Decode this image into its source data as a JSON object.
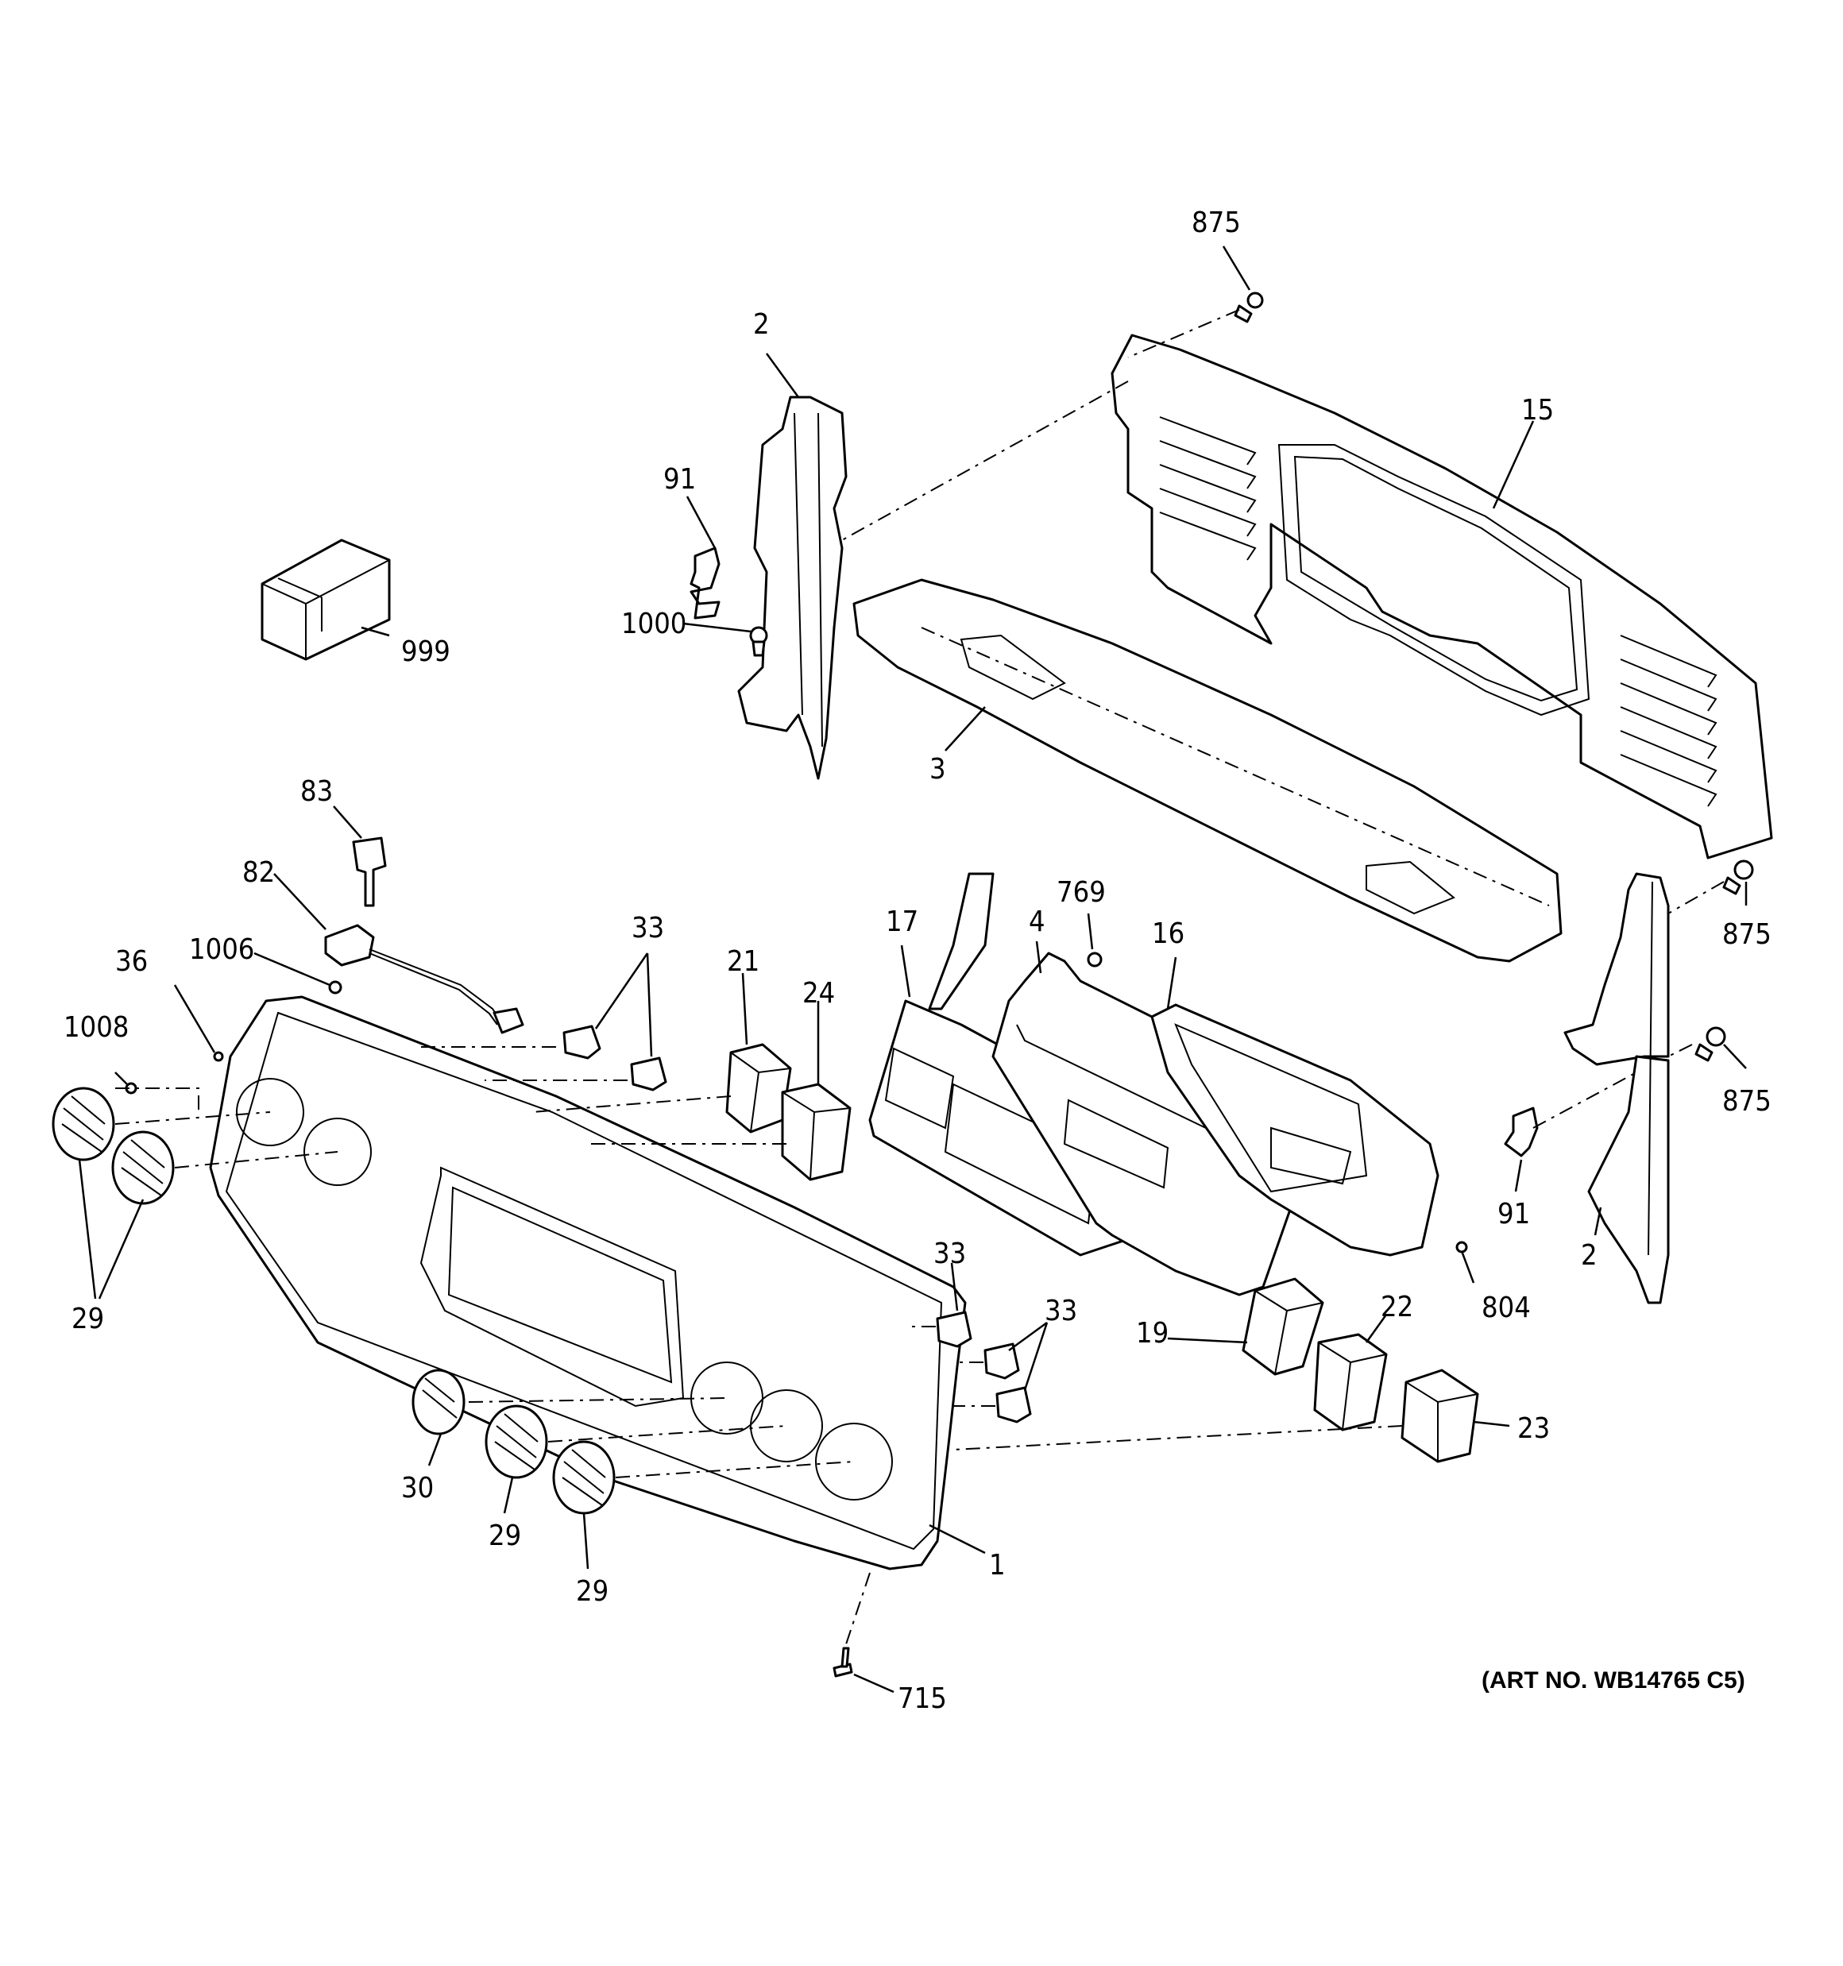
{
  "labels": {
    "c875a": "875",
    "c875b": "875",
    "c875c": "875",
    "c2a": "2",
    "c2b": "2",
    "c15": "15",
    "c91a": "91",
    "c91b": "91",
    "c1000": "1000",
    "c999": "999",
    "c3": "3",
    "c83": "83",
    "c82": "82",
    "c1006": "1006",
    "c36": "36",
    "c1008": "1008",
    "c33a": "33",
    "c33b": "33",
    "c33c": "33",
    "c21": "21",
    "c24": "24",
    "c17": "17",
    "c4": "4",
    "c769": "769",
    "c16": "16",
    "c804": "804",
    "c29a": "29",
    "c29b": "29",
    "c29c": "29",
    "c30": "30",
    "c19": "19",
    "c22": "22",
    "c23": "23",
    "c1": "1",
    "c715": "715"
  },
  "art_number": "(ART NO. WB14765 C5)"
}
